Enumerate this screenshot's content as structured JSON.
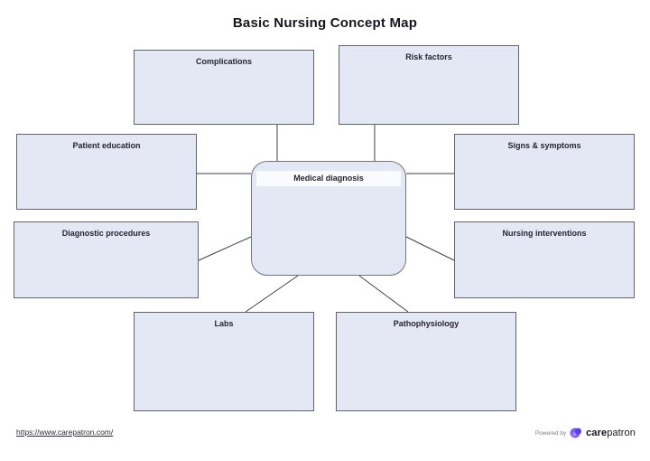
{
  "title": "Basic Nursing Concept Map",
  "center": {
    "label": "Medical diagnosis"
  },
  "nodes": [
    {
      "label": "Complications"
    },
    {
      "label": "Risk factors"
    },
    {
      "label": "Patient education"
    },
    {
      "label": "Signs & symptoms"
    },
    {
      "label": "Diagnostic procedures"
    },
    {
      "label": "Nursing interventions"
    },
    {
      "label": "Labs"
    },
    {
      "label": "Pathophysiology"
    }
  ],
  "footer": {
    "link": "https://www.carepatron.com/",
    "powered_by": "Powered by",
    "brand_bold": "care",
    "brand_light": "patron"
  },
  "colors": {
    "box_fill": "#e4e8f4",
    "box_border": "#63636e",
    "line": "#3f3f46",
    "accent_purple": "#7c5cfa",
    "accent_purple_dark": "#5b3df5",
    "title_color": "#15151f"
  }
}
